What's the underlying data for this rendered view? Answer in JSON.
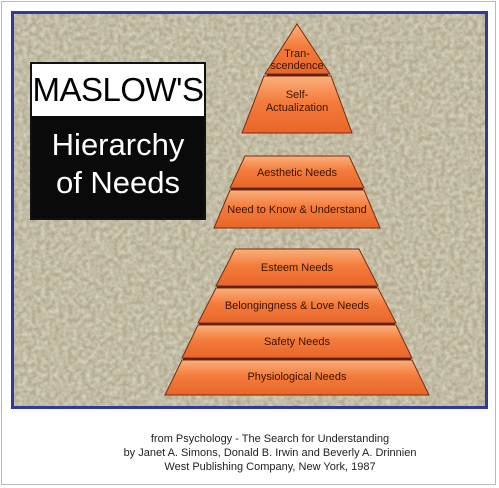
{
  "title": {
    "line1": "MASLOW'S",
    "line2": "Hierarchy",
    "line3": "of Needs"
  },
  "pyramid": {
    "top": [
      "Tran-",
      "scendence",
      "Self-",
      "Actualization"
    ],
    "middle": [
      "Aesthetic Needs",
      "Need to Know & Understand"
    ],
    "bottom": [
      "Esteem Needs",
      "Belongingness & Love Needs",
      "Safety Needs",
      "Physiological Needs"
    ]
  },
  "credit": {
    "line1": "from Psychology - The Search for Understanding",
    "line2": "by Janet A. Simons, Donald B. Irwin and Beverly A. Drinnien",
    "line3": "West Publishing Company, New York, 1987"
  },
  "colors": {
    "panel_border": "#2f3a9a",
    "pyramid_fill": "#f07a3a",
    "pyramid_light": "#f9a06a",
    "background_texture": "#b3ac8f"
  }
}
